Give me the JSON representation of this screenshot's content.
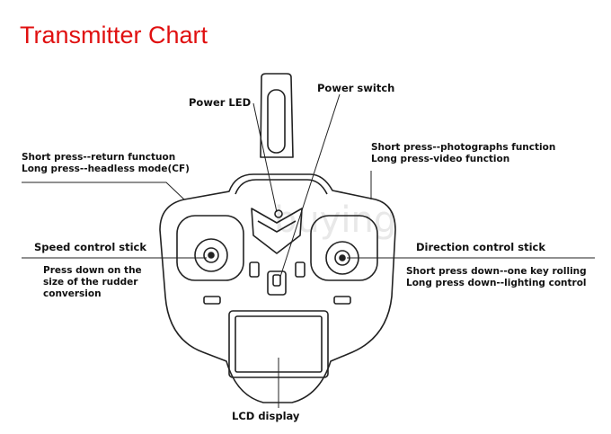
{
  "title": "Transmitter Chart",
  "labels": {
    "power_led": "Power LED",
    "power_switch": "Power switch",
    "left_top_line1": "Short press--return functuon",
    "left_top_line2": "Long press--headless mode(CF)",
    "right_top_line1": "Short press--photographs function",
    "right_top_line2": "Long press-video function",
    "speed_stick": "Speed control stick",
    "speed_desc_line1": "Press down on the",
    "speed_desc_line2": "size of the rudder",
    "speed_desc_line3": "conversion",
    "direction_stick": "Direction control stick",
    "direction_desc_line1": "Short press down--one key rolling",
    "direction_desc_line2": "Long press down--lighting control",
    "lcd": "LCD display"
  },
  "watermark": "buying",
  "colors": {
    "title": "#e01010",
    "line": "#222222",
    "watermark": "#e6e6e6"
  }
}
